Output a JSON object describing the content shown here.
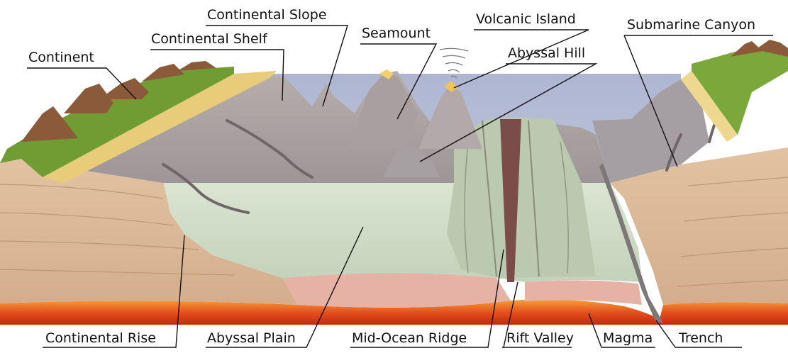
{
  "diagram": {
    "labels": {
      "continent": "Continent",
      "continental_shelf": "Continental Shelf",
      "continental_slope": "Continental Slope",
      "seamount": "Seamount",
      "volcanic_island": "Volcanic Island",
      "abyssal_hill": "Abyssal Hill",
      "submarine_canyon": "Submarine Canyon",
      "continental_rise": "Continental Rise",
      "abyssal_plain": "Abyssal Plain",
      "mid_ocean_ridge": "Mid-Ocean Ridge",
      "rift_valley": "Rift Valley",
      "magma": "Magma",
      "trench": "Trench"
    },
    "colors": {
      "ocean": "#b7bfd6",
      "seafloor": "#a59ea0",
      "abyssal_plain": "#cfdcc6",
      "crust": "#d9b89b",
      "magma": "#d63a1a",
      "sand": "#e8cc7a",
      "vegetation": "#6a9a2e",
      "mountain": "#8a5a3c"
    }
  }
}
